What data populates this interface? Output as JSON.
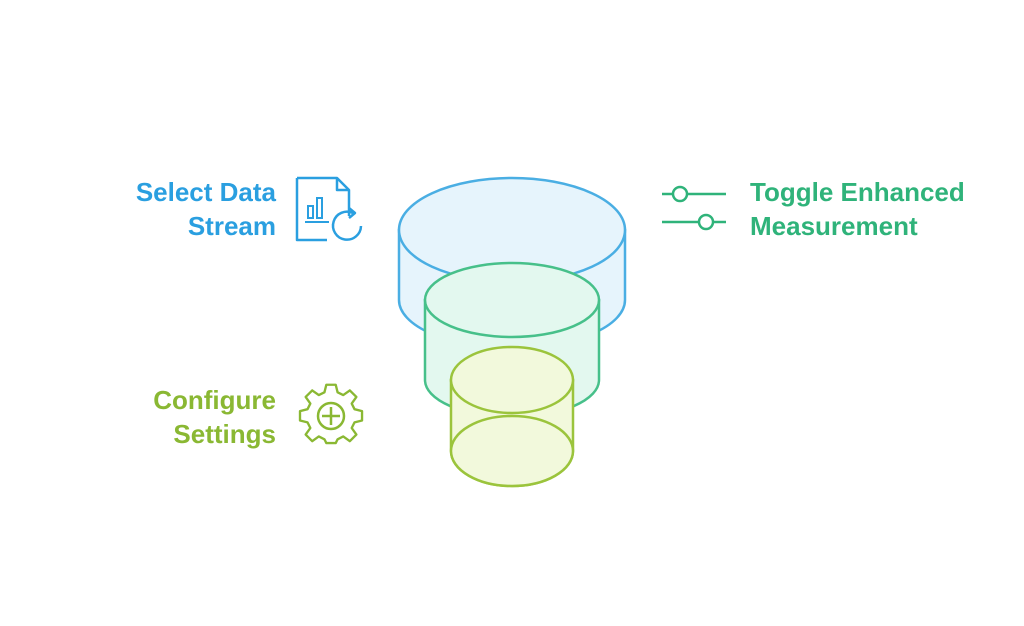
{
  "diagram": {
    "title": "",
    "steps": [
      {
        "label_line1": "Select Data",
        "label_line2": "Stream",
        "description": "",
        "icon": "chart-document-refresh-icon",
        "color": "#2a9fe0"
      },
      {
        "label_line1": "Toggle Enhanced",
        "label_line2": "Measurement",
        "description": "",
        "icon": "toggle-sliders-icon",
        "color": "#2fb37a"
      },
      {
        "label_line1": "Configure",
        "label_line2": "Settings",
        "description": "",
        "icon": "gear-icon",
        "color": "#8ab833"
      }
    ],
    "funnel_colors": {
      "top_stroke": "#4aaee3",
      "top_fill": "#e6f4fc",
      "middle_stroke": "#47c08a",
      "middle_fill": "#e3f8ef",
      "bottom_stroke": "#9bc43c",
      "bottom_fill": "#f2f9dc"
    }
  }
}
